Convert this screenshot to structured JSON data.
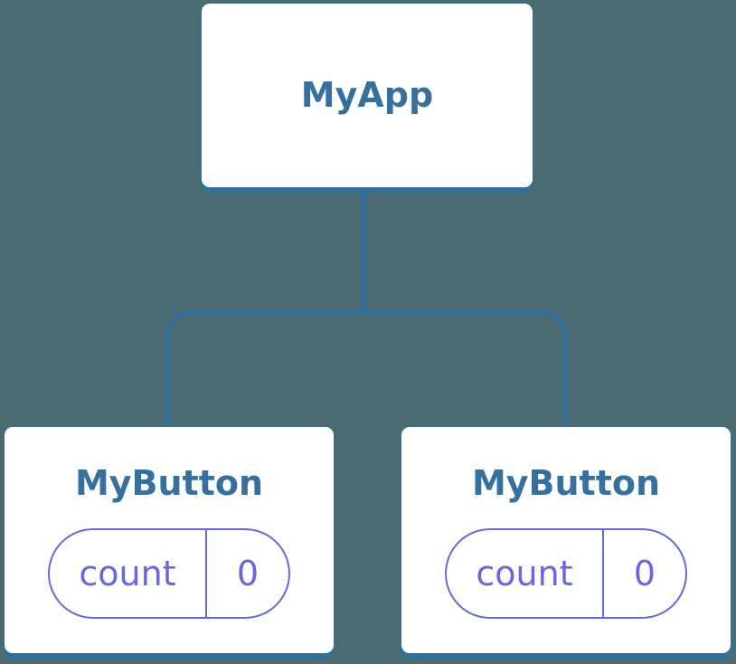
{
  "colors": {
    "background": "#4C6A72",
    "line": "#2F6F9E",
    "node_fill": "#FFFFFF",
    "title_text": "#35709E",
    "state": "#6A66DD"
  },
  "tree": {
    "root": {
      "label": "MyApp"
    },
    "children": [
      {
        "label": "MyButton",
        "state": {
          "name": "count",
          "value": "0"
        }
      },
      {
        "label": "MyButton",
        "state": {
          "name": "count",
          "value": "0"
        }
      }
    ]
  }
}
